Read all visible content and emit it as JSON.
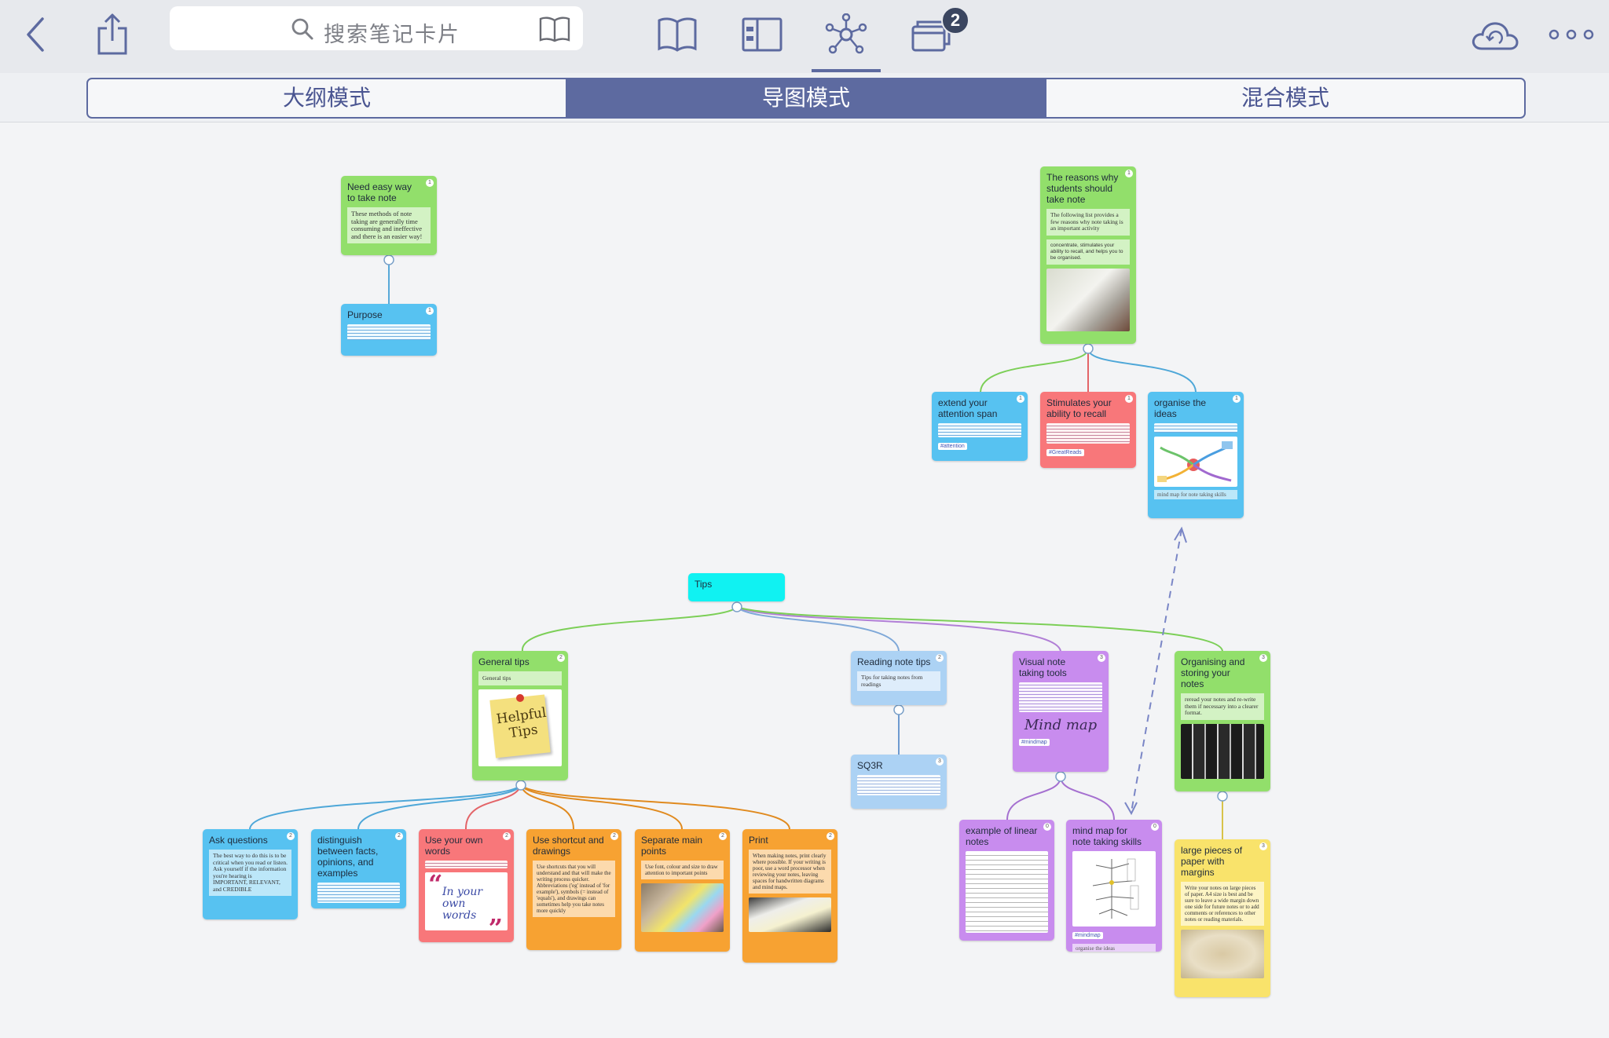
{
  "toolbar": {
    "search_placeholder": "搜索笔记卡片",
    "badge_count": "2",
    "icons": [
      "back-icon",
      "share-icon",
      "search-icon",
      "book-icon",
      "open-book-icon",
      "outline-icon",
      "mindmap-icon",
      "windows-icon",
      "cloud-sync-icon",
      "more-icon"
    ]
  },
  "segments": [
    {
      "label": "大纲模式",
      "active": false
    },
    {
      "label": "导图模式",
      "active": true
    },
    {
      "label": "混合模式",
      "active": false
    }
  ],
  "cards": {
    "need": {
      "title": "Need easy way to take note",
      "count": "1",
      "body": "These methods of note taking are generally time consuming and ineffective and there is an easier way!"
    },
    "purpose": {
      "title": "Purpose",
      "count": "1"
    },
    "reasons": {
      "title": "The reasons why students should take note",
      "count": "1",
      "body": "The following list provides a few reasons why note taking is an important activity",
      "body2": "concentrate, stimulates your ability to recall, and helps you to be organised."
    },
    "extend": {
      "title": "extend your attention span",
      "count": "1",
      "tag": "#attention"
    },
    "stimulates": {
      "title": "Stimulates your ability to recall",
      "count": "1",
      "tag": "#GreatReads"
    },
    "organise_ideas": {
      "title": "organise the ideas",
      "count": "1",
      "foot": "mind map for note taking skills"
    },
    "tips": {
      "title": "Tips"
    },
    "general": {
      "title": "General tips",
      "count": "2",
      "body": "General tips",
      "sticky": "Helpful Tips"
    },
    "reading": {
      "title": "Reading note tips",
      "count": "2",
      "body": "Tips for taking notes from readings"
    },
    "sq3r": {
      "title": "SQ3R",
      "count": "3"
    },
    "visual": {
      "title": "Visual note taking tools",
      "count": "3",
      "script": "Mind map",
      "tag": "#mindmap"
    },
    "organising": {
      "title": "Organising and storing your notes",
      "count": "3",
      "body": "reread your notes and re-write them if necessary into a clearer format."
    },
    "ask": {
      "title": "Ask questions",
      "count": "2",
      "body": "The best way to do this is to be critical when you read or listen. Ask yourself if the information you're hearing is IMPORTANT, RELEVANT, and CREDIBLE"
    },
    "distinguish": {
      "title": "distinguish between facts, opinions, and examples",
      "count": "2"
    },
    "own_words": {
      "title": "Use your own words",
      "count": "2",
      "quote": "In your own words"
    },
    "shortcut": {
      "title": "Use shortcut and drawings",
      "count": "2",
      "body": "Use shortcuts that you will understand and that will make the writing process quicker. Abbreviations ('eg' instead of 'for example'), symbols (= instead of 'equals'), and drawings can sometimes help you take notes more quickly"
    },
    "separate": {
      "title": "Separate main points",
      "count": "2",
      "body": "Use font, colour and size to draw attention to important points"
    },
    "print": {
      "title": "Print",
      "count": "2",
      "body": "When making notes, print clearly where possible. If your writing is poor, use a word processor when reviewing your notes, leaving spaces for handwritten diagrams and mind maps."
    },
    "linear": {
      "title": "example of linear notes",
      "count": "0"
    },
    "mindmap_note": {
      "title": "mind map for note taking skills",
      "count": "0",
      "tag": "#mindmap",
      "foot": "organise the ideas"
    },
    "large": {
      "title": "large pieces of paper with margins",
      "count": "3",
      "body": "Write your notes on large pieces of paper. A4 size is best and be sure to leave a wide margin down one side for future notes or to add comments or references to other notes or reading materials."
    }
  },
  "colors": {
    "accent": "#5d6aa0",
    "green": "#92df6b",
    "blue": "#57c2f1",
    "red": "#f8777a",
    "orange": "#f7a232",
    "purple": "#c88cee",
    "yellow": "#f9e36b",
    "cyan": "#10f2f2"
  }
}
